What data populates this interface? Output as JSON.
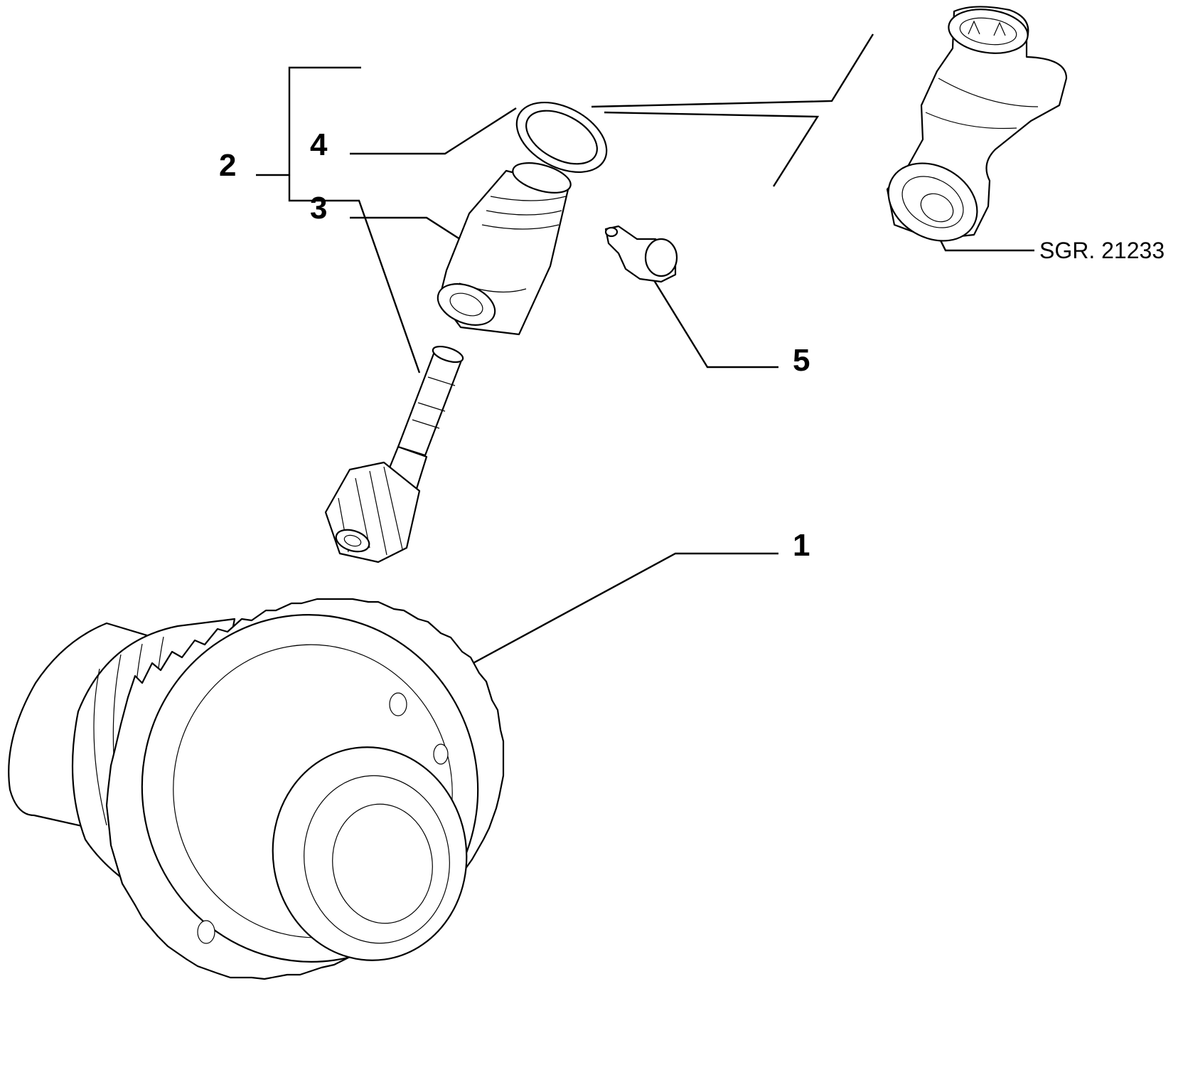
{
  "callouts": {
    "c1": "1",
    "c2": "2",
    "c3": "3",
    "c4": "4",
    "c5": "5"
  },
  "reference": "SGR. 21233",
  "colors": {
    "line": "#000000",
    "background": "#ffffff"
  }
}
